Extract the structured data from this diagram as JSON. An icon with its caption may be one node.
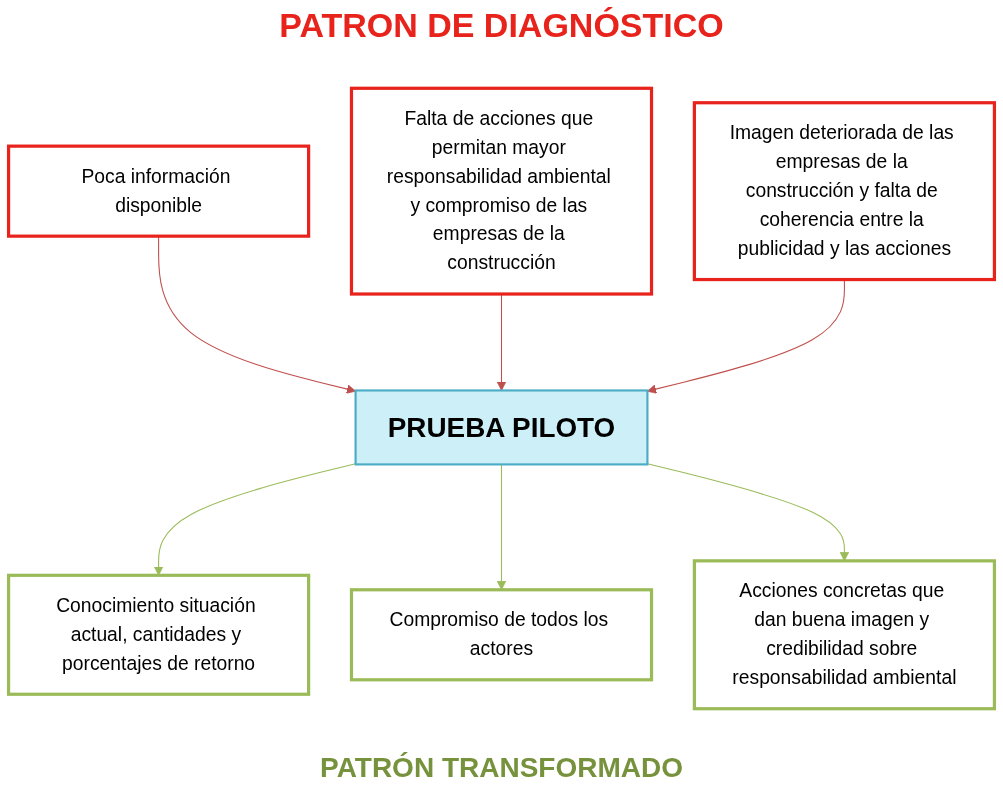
{
  "diagram": {
    "title": "PATRON DE DIAGNÓSTICO",
    "caption": "PATRÓN TRANSFORMADO",
    "nodes": [
      {
        "text": [
          "Poca información disponible"
        ]
      },
      {
        "text": [
          "Falta de acciones que permitan mayor responsabilidad ambiental y compromiso de las empresas de la construcción"
        ]
      },
      {
        "text": [
          "Imagen deteriorada de las empresas de la construcción y falta de coherencia entre la publicidad y las acciones"
        ]
      },
      {
        "text": [
          "PRUEBA PILOTO"
        ]
      },
      {
        "text": [
          "Conocimiento situación actual, cantidades y porcentajes de retorno"
        ]
      },
      {
        "text": [
          "Compromiso de todos los actores"
        ]
      },
      {
        "text": [
          "Acciones concretas que dan buena imagen y credibilidad sobre responsabilidad ambiental"
        ]
      }
    ],
    "edges": [
      {
        "from": 0,
        "to": 3,
        "arrow": "to",
        "color": "#c0504d"
      },
      {
        "from": 1,
        "to": 3,
        "arrow": "to",
        "color": "#c0504d"
      },
      {
        "from": 2,
        "to": 3,
        "arrow": "to",
        "color": "#c0504d"
      },
      {
        "from": 3,
        "to": 4,
        "arrow": "to",
        "color": "#9bbb59"
      },
      {
        "from": 3,
        "to": 5,
        "arrow": "to",
        "color": "#9bbb59"
      },
      {
        "from": 3,
        "to": 6,
        "arrow": "to",
        "color": "#9bbb59"
      }
    ]
  }
}
